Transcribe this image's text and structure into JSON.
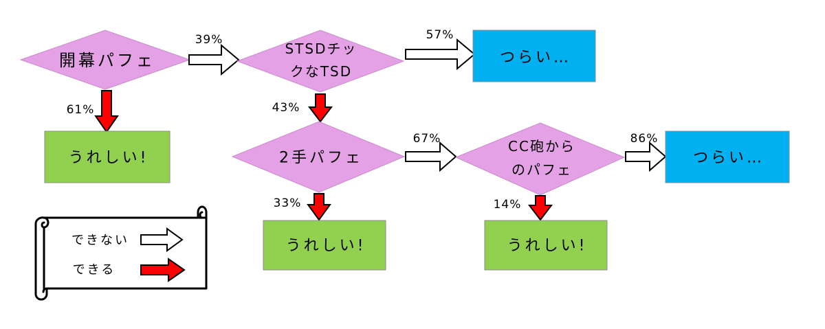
{
  "nodes": {
    "opening_perfect": {
      "label": "開幕パフェ"
    },
    "stsd": {
      "line1": "STSDチッ",
      "line2": "クなTSD"
    },
    "stsd_fail": {
      "label": "つらい…"
    },
    "opening_success": {
      "label": "うれしい!"
    },
    "two_hand": {
      "label": "2手パフェ"
    },
    "two_hand_success": {
      "label": "うれしい!"
    },
    "cc": {
      "line1": "CC砲から",
      "line2": "のパフェ"
    },
    "cc_success": {
      "label": "うれしい!"
    },
    "cc_fail": {
      "label": "つらい…"
    }
  },
  "edges": {
    "opening_to_stsd": "39%",
    "opening_to_success": "61%",
    "stsd_to_fail": "57%",
    "stsd_to_two_hand": "43%",
    "two_hand_to_cc": "67%",
    "two_hand_to_success": "33%",
    "cc_to_fail": "86%",
    "cc_to_success": "14%"
  },
  "legend": {
    "cannot": "できない",
    "can": "できる"
  },
  "colors": {
    "decision": "#E5A1E6",
    "success": "#92D050",
    "failure": "#00B0F0",
    "can_arrow": "#FF0000",
    "cannot_arrow": "#FFFFFF"
  }
}
